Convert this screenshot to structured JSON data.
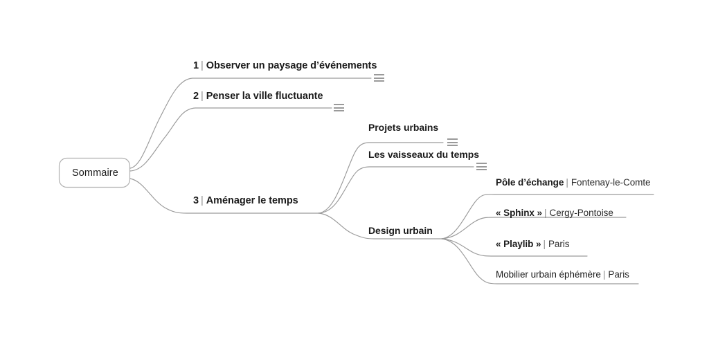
{
  "diagram": {
    "title": "Sommaire",
    "type": "mind-map",
    "background": "#ffffff",
    "line_color": "#9a9a9a",
    "text_color": "#1a1a1a",
    "separator": "|",
    "note_icon_name": "note-lines-icon"
  },
  "root": {
    "label": "Sommaire"
  },
  "level1": [
    {
      "number": "1",
      "label": "Observer un paysage d’événements",
      "has_note": true
    },
    {
      "number": "2",
      "label": "Penser la ville fluctuante",
      "has_note": true
    },
    {
      "number": "3",
      "label": "Aménager le temps",
      "has_note": false
    }
  ],
  "level2": [
    {
      "label": "Projets urbains",
      "has_note": true
    },
    {
      "label": "Les vaisseaux du temps",
      "has_note": true
    },
    {
      "label": "Design urbain",
      "has_note": false
    }
  ],
  "level3": [
    {
      "name": "Pôle d’échange",
      "place": "Fontenay-le-Comte",
      "bold_name": true
    },
    {
      "name": "« Sphinx »",
      "place": "Cergy-Pontoise",
      "bold_name": true
    },
    {
      "name": "« Playlib »",
      "place": "Paris",
      "bold_name": true
    },
    {
      "name": "Mobilier urbain éphémère",
      "place": "Paris",
      "bold_name": false
    }
  ]
}
